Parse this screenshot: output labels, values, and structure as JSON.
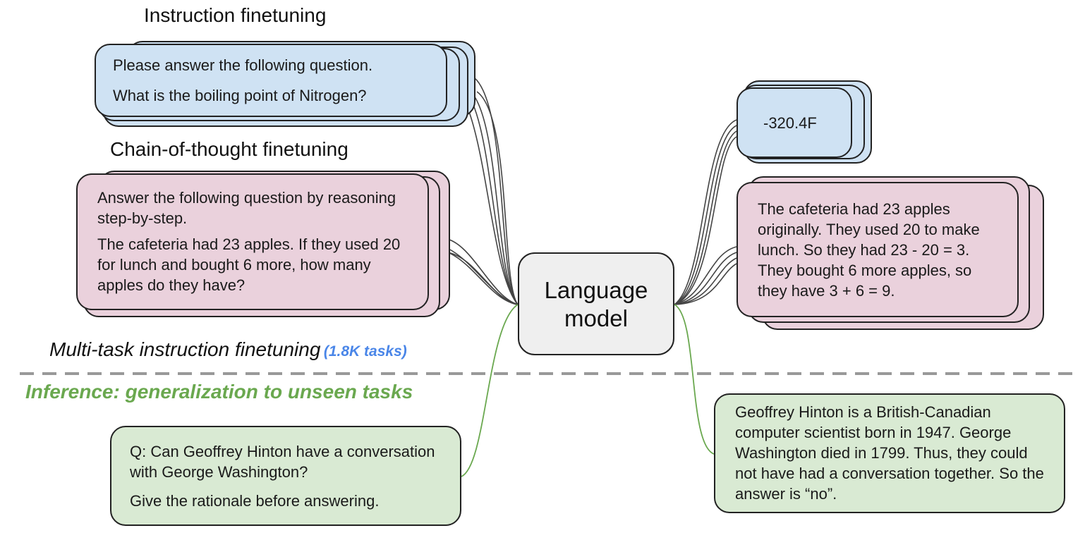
{
  "diagram": {
    "headings": {
      "instruction": "Instruction finetuning",
      "cot": "Chain-of-thought finetuning",
      "multitask": "Multi-task instruction finetuning",
      "multitask_count": "(1.8K tasks)",
      "inference": "Inference: generalization to unseen tasks"
    },
    "model": {
      "line1": "Language",
      "line2": "model"
    },
    "inputs": {
      "instruction": {
        "line1": "Please answer the following question.",
        "line2": "What is the boiling point of Nitrogen?"
      },
      "cot": {
        "para1": "Answer the following question by reasoning step-by-step.",
        "para2": "The cafeteria had 23 apples. If they used 20 for lunch and bought 6 more, how many apples do they have?"
      },
      "inference": {
        "para1": "Q: Can Geoffrey Hinton have a conversation with George Washington?",
        "para2": "Give the rationale before answering."
      }
    },
    "outputs": {
      "instruction": "-320.4F",
      "cot": "The cafeteria had 23 apples originally. They used 20 to make lunch. So they had 23 - 20 = 3. They bought 6 more apples, so they have 3 + 6 = 9.",
      "inference": "Geoffrey Hinton is a British-Canadian computer scientist born in 1947. George Washington died in 1799. Thus, they could not have had a conversation together. So the answer is “no”."
    },
    "colors": {
      "instruction_box": "#cfe2f3",
      "cot_box": "#ead1dc",
      "inference_box": "#d9ead3",
      "model_box": "#efefef",
      "multitask_count": "#4a86e8",
      "inference_heading": "#6aa84f",
      "divider": "#999999"
    }
  }
}
